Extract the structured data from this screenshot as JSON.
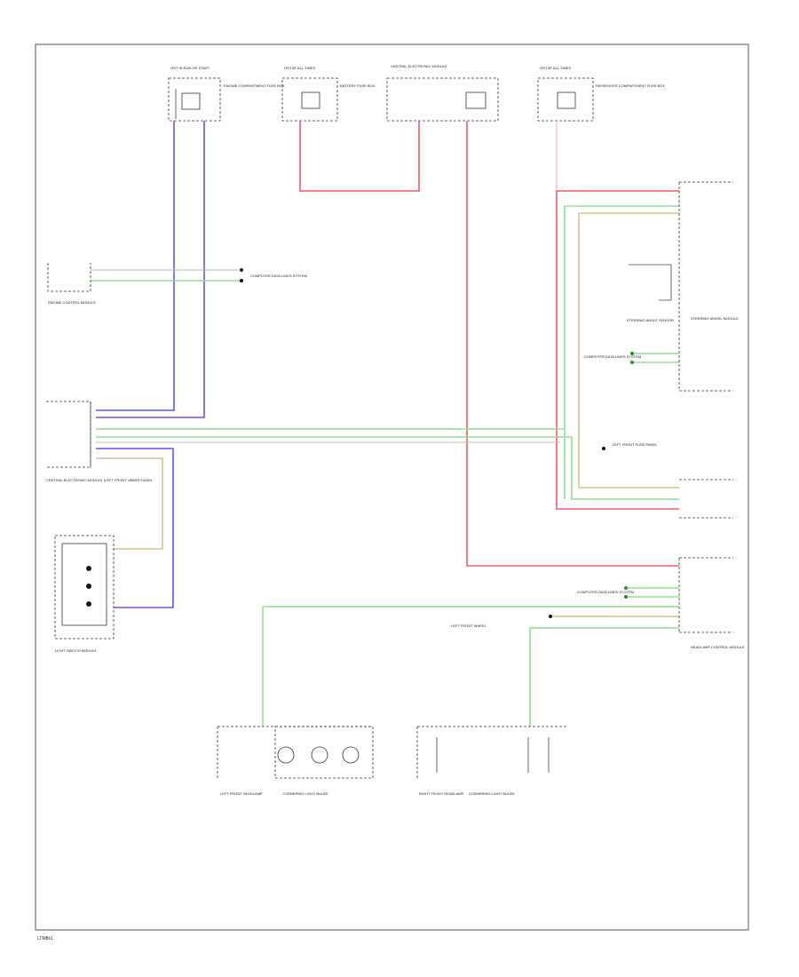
{
  "footer": {
    "code": "LTM8x1"
  },
  "labels": {
    "fuse_box_1": "HOT IN RUN OR START",
    "fuse_box_1_desc": "ENGINE COMPARTMENT FUSE BOX",
    "fuse_box_2": "HOT AT ALL TIMES",
    "fuse_box_2_desc": "BATTERY FUSE BOX",
    "fuse_box_3": "CENTRAL ELECTRONIC MODULE",
    "fuse_box_4": "HOT AT ALL TIMES",
    "fuse_box_4_desc": "PASSENGER COMPARTMENT FUSE BOX",
    "engine_module": "ENGINE CONTROL MODULE",
    "ref_left_1": "COMPUTER DATA LINES SYSTEM",
    "central_module": "CENTRAL ELECTRONIC MODULE (LEFT FRONT UNDER DASH)",
    "switch": "LIGHT SWITCH MODULE",
    "steering_angle": "STEERING ANGLE SENSOR",
    "steering_module": "STEERING WHEEL MODULE",
    "ref_right_1": "COMPUTER DATA LINES SYSTEM",
    "ref_right_2": "LEFT FRONT FUSE PANEL",
    "headlamp_module": "HEADLAMP CONTROL MODULE",
    "ref_right_3": "LEFT FRONT WHEEL",
    "ref_right_4": "COMPUTER DATA LINES SYSTEM",
    "left_headlamp": "LEFT FRONT HEADLAMP",
    "right_headlamp": "RIGHT FRONT HEADLAMP",
    "left_lamps": "CORNERING LIGHT BULBS",
    "right_lamps": "CORNERING LIGHT BULBS"
  }
}
